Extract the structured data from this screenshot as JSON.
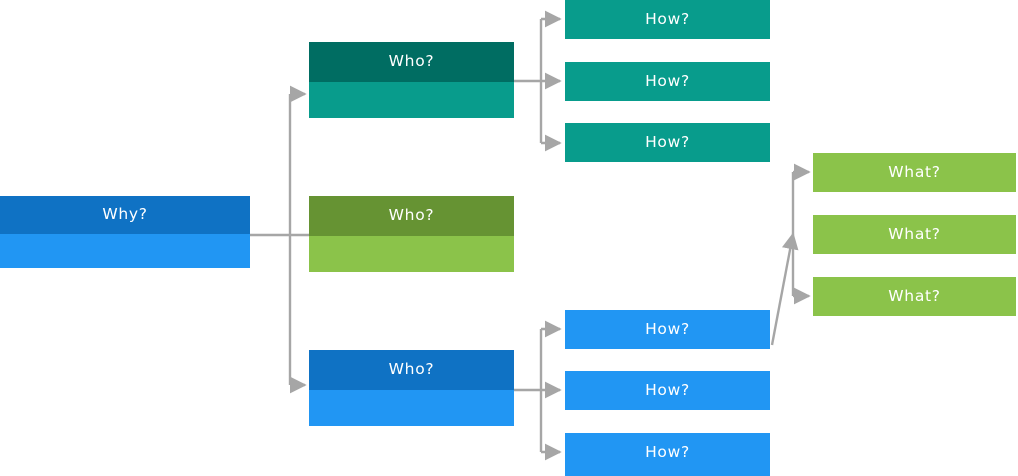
{
  "diagram": {
    "title": "Why-Who-How-What tree diagram",
    "background": "#ffffff",
    "connector_color": "#a6a6a6",
    "palette": {
      "blue_dark": "#0f72c4",
      "blue_light": "#2196f3",
      "teal_dark": "#006d62",
      "teal_light": "#089c8c",
      "green_dark": "#669333",
      "green_light": "#8bc34a"
    },
    "nodes": [
      {
        "id": "why-root",
        "label": "Why?",
        "level": "why"
      },
      {
        "id": "who-teal",
        "label": "Who?",
        "level": "who"
      },
      {
        "id": "who-green",
        "label": "Who?",
        "level": "who"
      },
      {
        "id": "who-blue",
        "label": "Who?",
        "level": "who"
      },
      {
        "id": "how-teal-1",
        "label": "How?",
        "level": "how"
      },
      {
        "id": "how-teal-2",
        "label": "How?",
        "level": "how"
      },
      {
        "id": "how-teal-3",
        "label": "How?",
        "level": "how"
      },
      {
        "id": "how-blue-1",
        "label": "How?",
        "level": "how"
      },
      {
        "id": "how-blue-2",
        "label": "How?",
        "level": "how"
      },
      {
        "id": "how-blue-3",
        "label": "How?",
        "level": "how"
      },
      {
        "id": "what-green-1",
        "label": "What?",
        "level": "what"
      },
      {
        "id": "what-green-2",
        "label": "What?",
        "level": "what"
      },
      {
        "id": "what-green-3",
        "label": "What?",
        "level": "what"
      }
    ]
  }
}
